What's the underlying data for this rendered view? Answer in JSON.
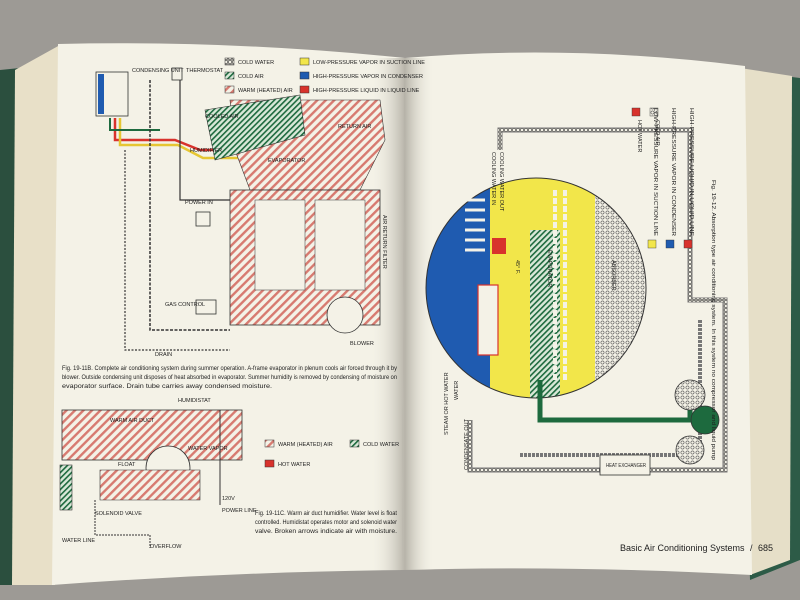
{
  "left_page": {
    "top_legend": {
      "cold_water": "COLD WATER",
      "cold_air": "COLD AIR",
      "warm_air": "WARM (HEATED) AIR",
      "low_pressure": "LOW-PRESSURE VAPOR IN SUCTION LINE",
      "high_pressure_vapor": "HIGH-PRESSURE VAPOR IN CONDENSER",
      "high_pressure_liquid": "HIGH-PRESSURE LIQUID IN LIQUID LINE"
    },
    "labels": {
      "condensing_unit": "CONDENSING UNIT",
      "thermostat": "THERMOSTAT",
      "cooled_air": "COOLED AIR",
      "humidifier": "HUMIDIFIER",
      "evaporator": "EVAPORATOR",
      "return_air": "RETURN AIR",
      "power_in": "POWER IN",
      "air_return_filter": "AIR RETURN FILTER",
      "gas_control": "GAS CONTROL",
      "drain": "DRAIN",
      "blower": "BLOWER",
      "humidistat": "HUMIDISTAT",
      "warm_air_duct": "WARM AIR DUCT",
      "water_vapor": "WATER VAPOR",
      "float": "FLOAT",
      "solenoid_valve": "SOLENOID VALVE",
      "water_line": "WATER LINE",
      "overflow": "OVERFLOW",
      "power_line": "POWER LINE",
      "volts": "120V"
    },
    "caption1": [
      "Fig. 19-11B. Complete air conditioning system during summer operation. A-frame evaporator in plenum cools air forced through it by",
      "blower. Outside condensing unit disposes of heat absorbed in evaporator. Summer humidity is removed by condensing of moisture on",
      "evaporator surface. Drain tube carries away condensed moisture."
    ],
    "bottom_legend": {
      "warm_air": "WARM (HEATED) AIR",
      "cold_water": "COLD WATER",
      "hot_water": "HOT WATER"
    },
    "caption2": [
      "Fig. 19-11C. Warm air duct humidifier. Water level is float",
      "controlled. Humidistat operates motor and solenoid water",
      "valve. Broken arrows indicate air with moisture."
    ]
  },
  "right_page": {
    "legend": [
      "HOT WATER",
      "COLD AIR",
      "LOW-PRESSURE VAPOR IN SUCTION LINE",
      "HIGH-PRESSURE VAPOR IN CONDENSER",
      "HIGH-PRESSURE LIQUID IN LIQUID LINE"
    ],
    "labels": {
      "cooling_water_out": "COOLING WATER OUT",
      "cooling_water_in": "COOLING WATER IN",
      "condensate_out": "CONDENSATE OUT",
      "steam_or_hot_water": "STEAM OR HOT WATER",
      "water": "WATER",
      "evaporator": "EVAPORATOR",
      "absorber": "ABSORBER",
      "heat_exchanger": "HEAT EXCHANGER",
      "temp": "45° F.",
      "caption": "Fig. 19-12. Absorption type air conditioning system. In this system no compressor and liquid pump"
    },
    "footer": {
      "title": "Basic Air Conditioning Systems",
      "separator": "/",
      "page_number": "685"
    }
  },
  "colors": {
    "cream": "#f4f2e7",
    "blue": "#1f5bb0",
    "yellow": "#f2e64a",
    "red": "#d8322c",
    "green": "#1d6a3e",
    "hatch_red": "#d77a70"
  }
}
